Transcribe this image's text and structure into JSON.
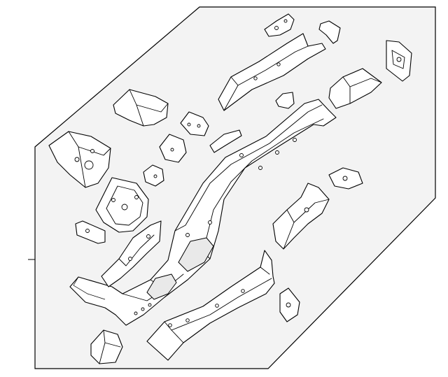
{
  "diagram": {
    "callouts": [],
    "parts": [
      {
        "id": "main-rail-assembly"
      },
      {
        "id": "rocker-reinforcement"
      },
      {
        "id": "rear-upper-rail"
      },
      {
        "id": "side-channel-right"
      },
      {
        "id": "upper-rail-bracket"
      },
      {
        "id": "corner-bracket-upper-right"
      },
      {
        "id": "tab-bracket-top"
      },
      {
        "id": "hook-bracket"
      },
      {
        "id": "left-front-bracket"
      },
      {
        "id": "left-box-bracket"
      },
      {
        "id": "left-plate"
      },
      {
        "id": "left-small-block"
      },
      {
        "id": "left-curved-reinforcement"
      },
      {
        "id": "center-brackets"
      },
      {
        "id": "right-mid-bracket"
      },
      {
        "id": "right-small-bracket"
      },
      {
        "id": "right-lower-bracket"
      },
      {
        "id": "lower-left-end-cap"
      },
      {
        "id": "small-center-clip"
      }
    ]
  }
}
